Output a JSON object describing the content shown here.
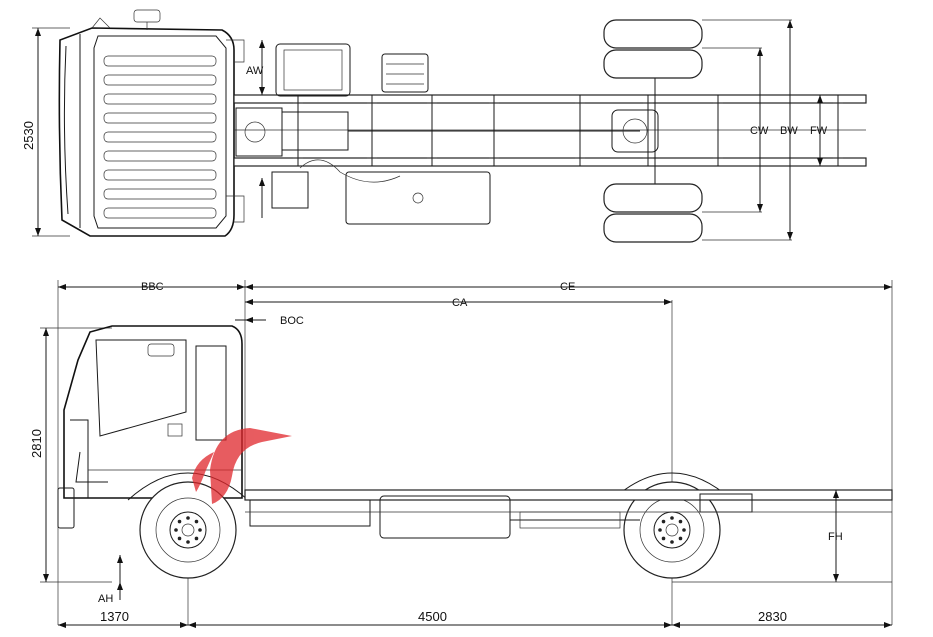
{
  "top_view": {
    "overall_width": "2530",
    "labels": {
      "aw": "AW",
      "cw": "CW",
      "bw": "BW",
      "fw": "FW"
    }
  },
  "side_view": {
    "overall_height": "2810",
    "labels": {
      "bbc": "BBC",
      "ce": "CE",
      "ca": "CA",
      "boc": "BOC",
      "fh": "FH",
      "ah": "AH"
    },
    "dimensions": {
      "front_overhang": "1370",
      "wheelbase": "4500",
      "rear_overhang": "2830"
    }
  },
  "colors": {
    "line": "#1a1a1a",
    "watermark": "#e0262b",
    "background": "#ffffff"
  }
}
